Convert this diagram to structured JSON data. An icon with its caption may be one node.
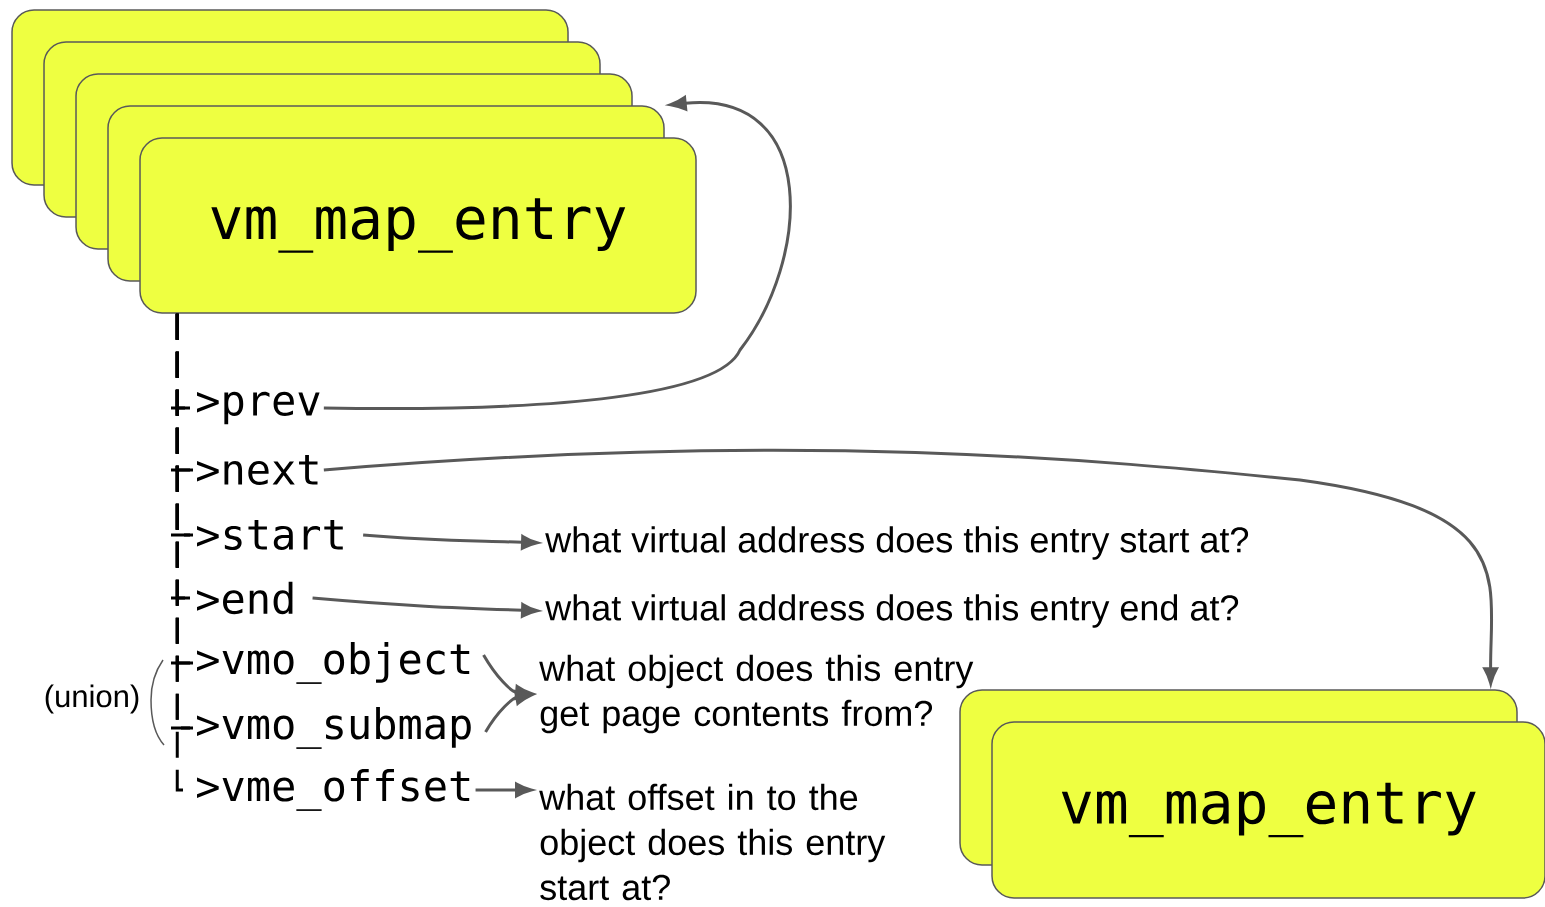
{
  "diagram": {
    "nodes": [
      {
        "text": [],
        "shape": "box"
      },
      {
        "text": [],
        "shape": "box"
      },
      {
        "text": [],
        "shape": "box"
      },
      {
        "text": [],
        "shape": "box"
      },
      {
        "text": [
          "vm_map_entry"
        ]
      },
      {
        "text": [
          ">prev"
        ]
      },
      {
        "text": [
          ">next"
        ]
      },
      {
        "text": [
          ">start"
        ]
      },
      {
        "text": [
          ">end"
        ]
      },
      {
        "text": [
          ">vmo_object"
        ]
      },
      {
        "text": [
          ">vmo_submap"
        ]
      },
      {
        "text": [
          ">vme_offset"
        ]
      },
      {
        "text": [
          "what virtual address does this entry start at?"
        ]
      },
      {
        "text": [
          "what virtual address does this entry end at?"
        ]
      },
      {
        "text": [
          "what object does this entry get page contents from?"
        ]
      },
      {
        "text": [
          "what offset in to the object does this entry start at?"
        ]
      },
      {
        "text": [],
        "shape": "box"
      },
      {
        "text": [
          "vm_map_entry"
        ]
      }
    ],
    "edges": [
      {
        "from": 5,
        "to": 3,
        "arrow": "to"
      },
      {
        "from": 6,
        "to": 16,
        "arrow": "to"
      },
      {
        "from": 7,
        "to": 12,
        "arrow": "to"
      },
      {
        "from": 8,
        "to": 13,
        "arrow": "to"
      },
      {
        "from": 9,
        "to": 14,
        "arrow": "to"
      },
      {
        "from": 10,
        "to": 14,
        "arrow": "to"
      },
      {
        "from": 11,
        "to": 15,
        "arrow": "to"
      },
      {
        "from": 4,
        "to": 5,
        "arrow": "none",
        "style": "dashed"
      },
      {
        "from": 4,
        "to": 6,
        "arrow": "none",
        "style": "dashed"
      },
      {
        "from": 4,
        "to": 7,
        "arrow": "none",
        "style": "dashed"
      },
      {
        "from": 4,
        "to": 8,
        "arrow": "none",
        "style": "dashed"
      },
      {
        "from": 4,
        "to": 9,
        "arrow": "none",
        "style": "dashed"
      },
      {
        "from": 4,
        "to": 10,
        "arrow": "none",
        "style": "dashed"
      },
      {
        "from": 4,
        "to": 11,
        "arrow": "none",
        "style": "dashed"
      }
    ],
    "labels": [
      "(union)"
    ]
  }
}
